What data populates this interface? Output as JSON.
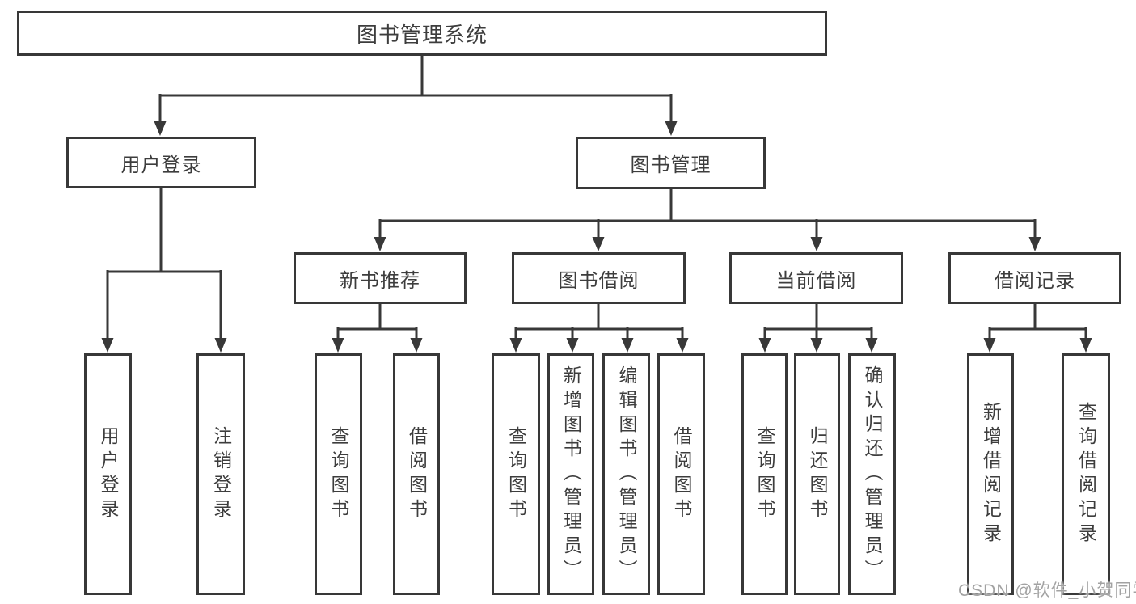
{
  "diagram": {
    "type": "hierarchy-tree",
    "tree": {
      "label": "图书管理系统",
      "children": [
        {
          "label": "用户登录",
          "children": [
            {
              "label": "用户登录"
            },
            {
              "label": "注销登录"
            }
          ]
        },
        {
          "label": "图书管理",
          "children": [
            {
              "label": "新书推荐",
              "children": [
                {
                  "label": "查询图书"
                },
                {
                  "label": "借阅图书"
                }
              ]
            },
            {
              "label": "图书借阅",
              "children": [
                {
                  "label": "查询图书"
                },
                {
                  "label": "新增图书（管理员）"
                },
                {
                  "label": "编辑图书（管理员）"
                },
                {
                  "label": "借阅图书"
                }
              ]
            },
            {
              "label": "当前借阅",
              "children": [
                {
                  "label": "查询图书"
                },
                {
                  "label": "归还图书"
                },
                {
                  "label": "确认归还（管理员）"
                }
              ]
            },
            {
              "label": "借阅记录",
              "children": [
                {
                  "label": "新增借阅记录"
                },
                {
                  "label": "查询借阅记录"
                }
              ]
            }
          ]
        }
      ]
    }
  },
  "watermark": {
    "text": "CSDN @软件_小贺同学"
  },
  "colors": {
    "line": "#383838",
    "box_border": "#383838",
    "text": "#3d3d3d",
    "watermark": "#a2a2a2",
    "background": "#ffffff"
  }
}
